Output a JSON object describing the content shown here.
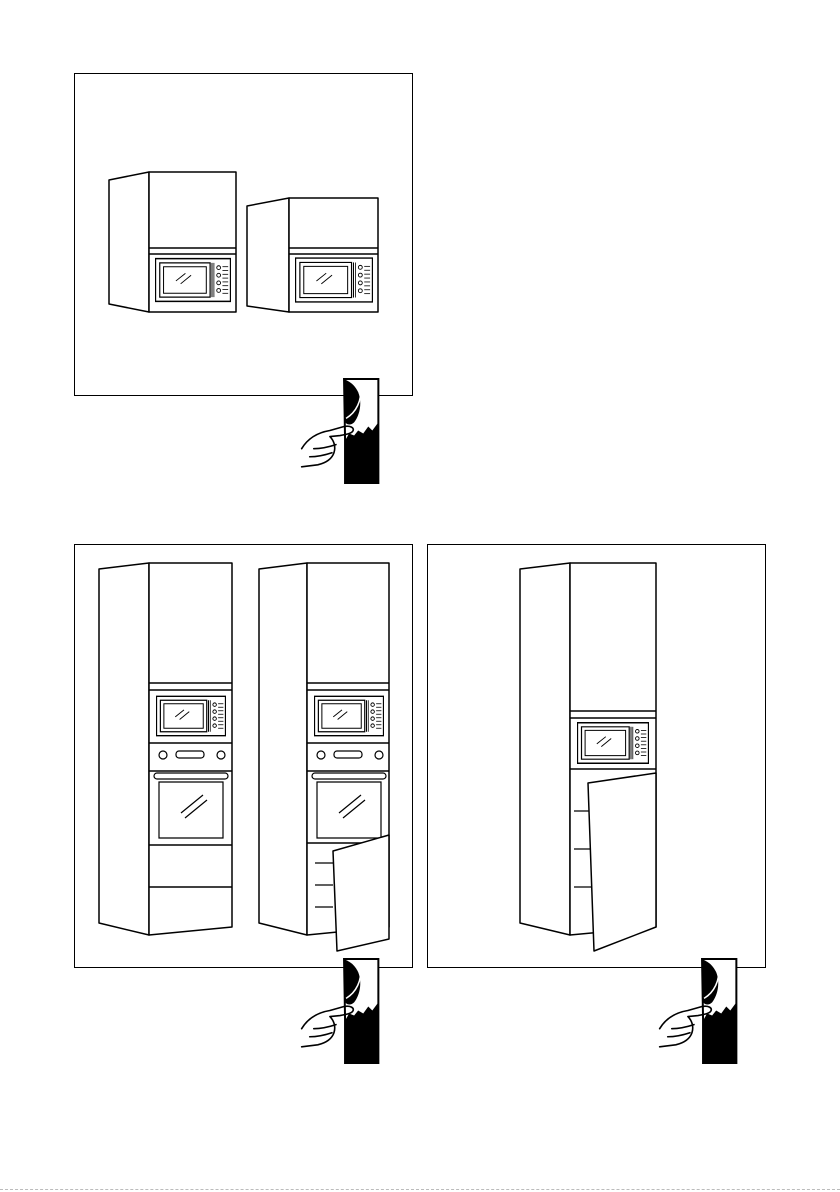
{
  "page": {
    "type": "appliance installation illustration sheet",
    "colors": {
      "line": "#000000",
      "background": "#ffffff"
    }
  },
  "figures": [
    {
      "id": "wall-cabinet-microwave",
      "icon": "page-turn-icon"
    },
    {
      "id": "tall-column-microwave-oven",
      "icon": "page-turn-icon"
    },
    {
      "id": "tall-column-microwave-door",
      "icon": "page-turn-icon"
    }
  ]
}
